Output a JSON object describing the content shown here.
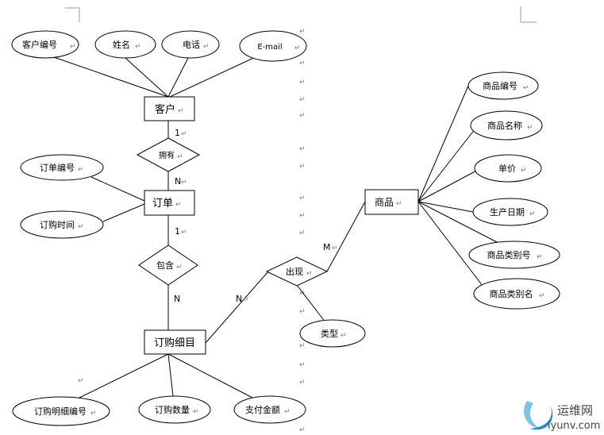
{
  "diagram": {
    "entities": {
      "customer": "客户",
      "order": "订单",
      "order_detail": "订购细目",
      "product": "商品"
    },
    "relationships": {
      "has": "拥有",
      "contains": "包含",
      "appears": "出现"
    },
    "attributes": {
      "customer_id": "客户编号",
      "customer_name": "姓名",
      "phone": "电话",
      "email": "E-mail",
      "order_id": "订单编号",
      "order_time": "订购时间",
      "detail_id": "订购明细编号",
      "quantity": "订购数量",
      "amount": "支付金额",
      "product_id": "商品编号",
      "product_name": "商品名称",
      "unit_price": "单价",
      "production_date": "生产日期",
      "category_id": "商品类别号",
      "category_name": "商品类别名",
      "type": "类型"
    },
    "cardinalities": {
      "has_customer": "1",
      "has_order": "N",
      "contains_order": "1",
      "contains_detail": "N",
      "appears_detail": "N",
      "appears_product": "M"
    }
  },
  "watermark": {
    "brand": "运维网",
    "url": "iyunv.com"
  }
}
